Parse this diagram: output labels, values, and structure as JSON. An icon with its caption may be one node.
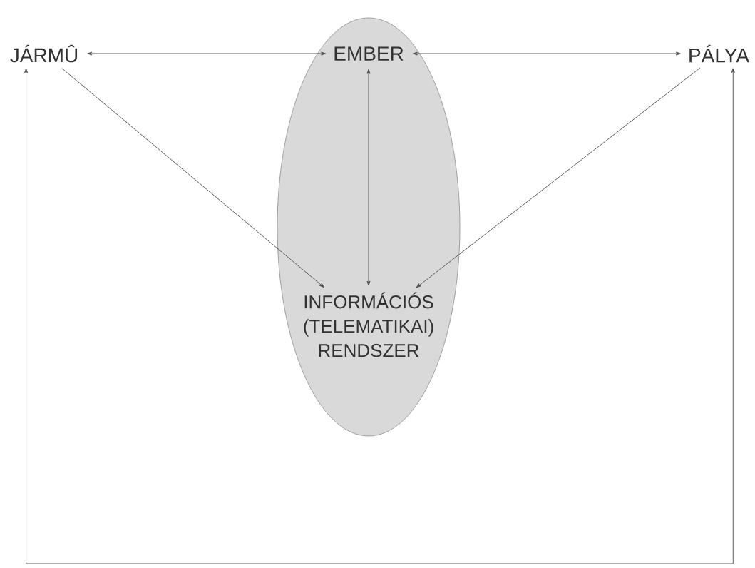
{
  "diagram": {
    "nodes": [
      {
        "text": [
          "JÁRMÛ"
        ]
      },
      {
        "text": [],
        "shape": "ellipse"
      },
      {
        "text": [
          "EMBER"
        ],
        "in": 1
      },
      {
        "text": [
          "INFORMÁCIÓS (TELEMATIKAI) RENDSZER"
        ],
        "in": 1
      },
      {
        "text": [
          "PÁLYA"
        ]
      }
    ],
    "edges": [
      {
        "from": 0,
        "to": 2,
        "arrow": "both"
      },
      {
        "from": 2,
        "to": 4,
        "arrow": "both"
      },
      {
        "from": 2,
        "to": 3,
        "arrow": "both"
      },
      {
        "from": 0,
        "to": 3,
        "arrow": "to"
      },
      {
        "from": 4,
        "to": 3,
        "arrow": "to"
      },
      {
        "from": 0,
        "to": 4,
        "arrow": "both"
      }
    ]
  }
}
